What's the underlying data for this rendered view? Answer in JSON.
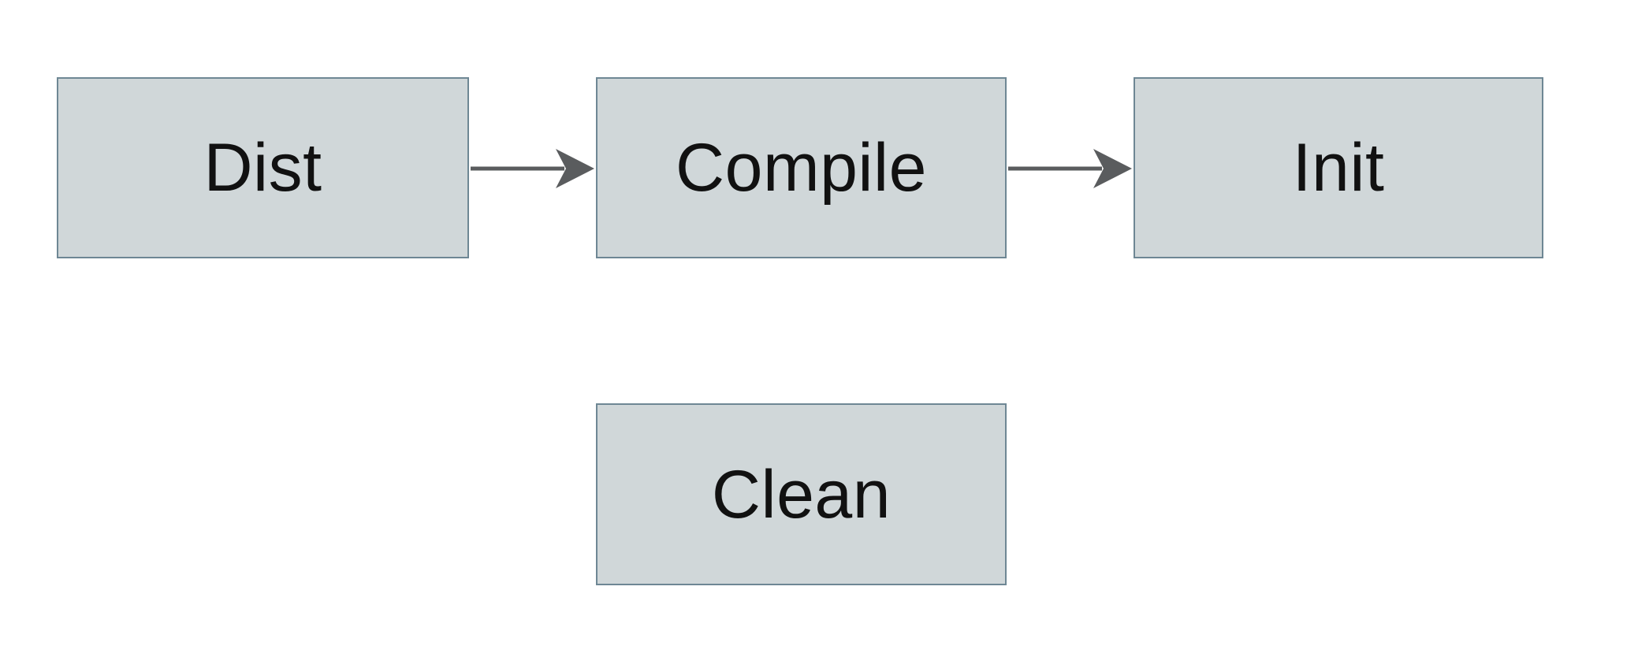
{
  "diagram": {
    "nodes": [
      {
        "id": "dist",
        "label": "Dist"
      },
      {
        "id": "compile",
        "label": "Compile"
      },
      {
        "id": "init",
        "label": "Init"
      },
      {
        "id": "clean",
        "label": "Clean"
      }
    ],
    "edges": [
      {
        "from": "Dist",
        "to": "Compile",
        "direction": "right"
      },
      {
        "from": "Compile",
        "to": "Init",
        "direction": "right"
      }
    ],
    "colors": {
      "background": "#ffffff",
      "node_fill": "#d0d7d9",
      "node_border": "#6e8794",
      "arrow": "#5a5c5e",
      "label_text": "#111111"
    }
  }
}
